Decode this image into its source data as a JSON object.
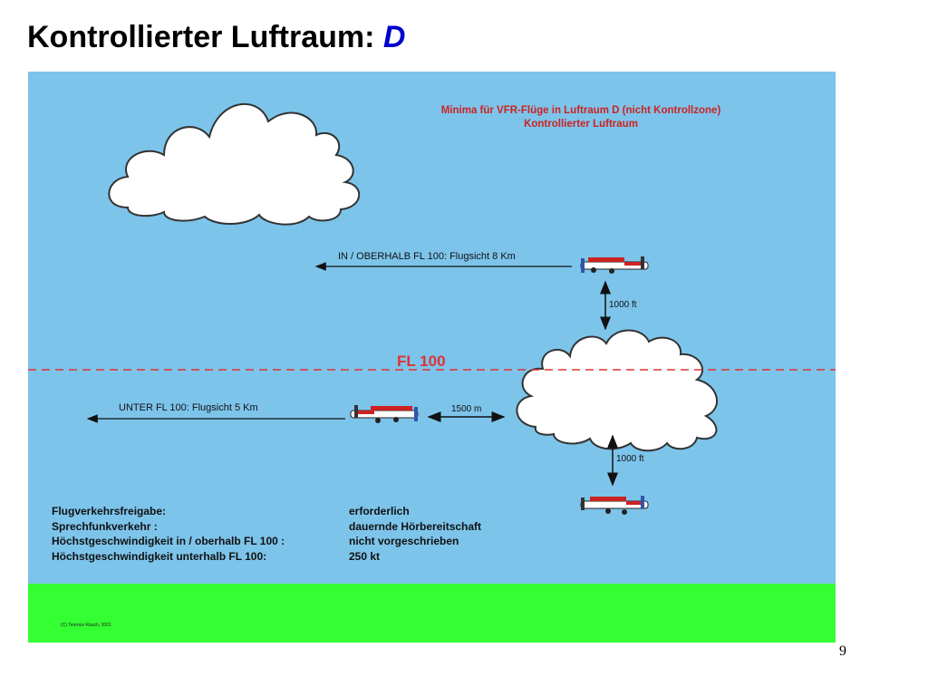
{
  "slide": {
    "title": "Kontrollierter Luftraum:",
    "title_accent": "D",
    "page_number": "9"
  },
  "diagram": {
    "heading_line1": "Minima für VFR-Flüge in Luftraum D (nicht Kontrollzone)",
    "heading_line2": "Kontrollierter Luftraum",
    "upper_visibility": "IN / OBERHALB FL 100: Flugsicht 8 Km",
    "lower_visibility": "UNTER FL 100: Flugsicht 5 Km",
    "flight_level": "FL 100",
    "vertical_above": "1000 ft",
    "vertical_below": "1000 ft",
    "horizontal_distance": "1500 m",
    "copyright": "(C) Terence Rauch, 2001",
    "rules": [
      {
        "key": "Flugverkehrsfreigabe:",
        "value": "erforderlich"
      },
      {
        "key": "Sprechfunkverkehr :",
        "value": "dauernde Hörbereitschaft"
      },
      {
        "key": "Höchstgeschwindigkeit in / oberhalb FL 100 :",
        "value": "nicht vorgeschrieben"
      },
      {
        "key": "Höchstgeschwindigkeit unterhalb FL 100:",
        "value": "250 kt"
      }
    ],
    "colors": {
      "sky": "#7dc4eb",
      "grass": "#33ff33",
      "heading": "#cc2222",
      "flight_level_line": "#dd3333",
      "title_accent": "#0000cc"
    }
  }
}
